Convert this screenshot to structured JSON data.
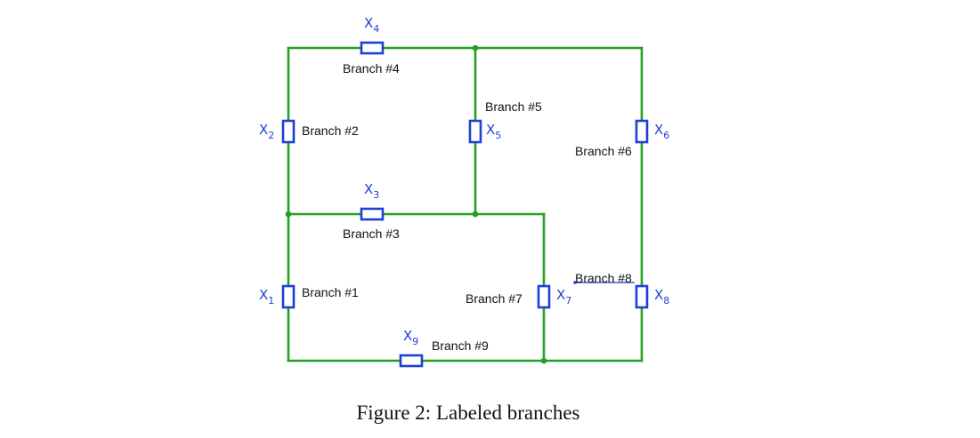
{
  "figure": {
    "caption": "Figure 2: Labeled branches"
  },
  "branches": [
    {
      "id": "1",
      "label": "Branch #1",
      "component_letter": "X",
      "component_sub": "1"
    },
    {
      "id": "2",
      "label": "Branch #2",
      "component_letter": "X",
      "component_sub": "2"
    },
    {
      "id": "3",
      "label": "Branch #3",
      "component_letter": "X",
      "component_sub": "3"
    },
    {
      "id": "4",
      "label": "Branch #4",
      "component_letter": "X",
      "component_sub": "4"
    },
    {
      "id": "5",
      "label": "Branch #5",
      "component_letter": "X",
      "component_sub": "5"
    },
    {
      "id": "6",
      "label": "Branch #6",
      "component_letter": "X",
      "component_sub": "6"
    },
    {
      "id": "7",
      "label": "Branch #7",
      "component_letter": "X",
      "component_sub": "7"
    },
    {
      "id": "8",
      "label": "Branch #8",
      "component_letter": "X",
      "component_sub": "8"
    },
    {
      "id": "9",
      "label": "Branch #9",
      "component_letter": "X",
      "component_sub": "9"
    }
  ],
  "colors": {
    "wire": "#22a022",
    "component": "#1f3fd6",
    "text": "#111111"
  }
}
